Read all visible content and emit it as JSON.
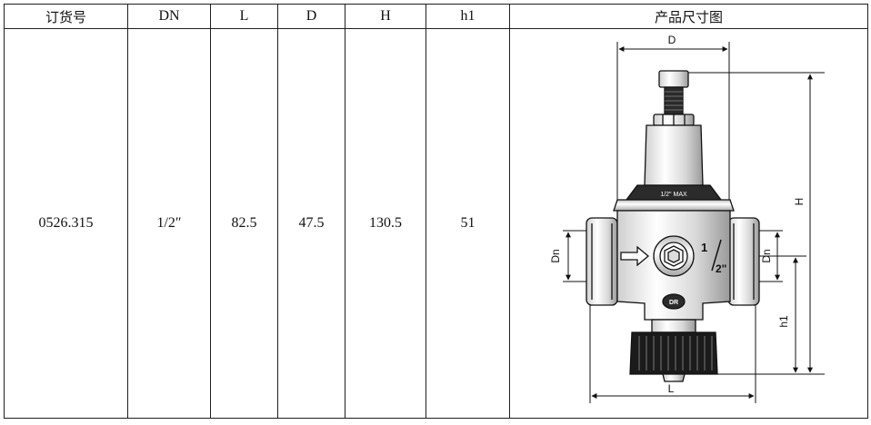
{
  "table": {
    "headers": [
      "订货号",
      "DN",
      "L",
      "D",
      "H",
      "h1",
      "产品尺寸图"
    ],
    "row": {
      "order_no": "0526.315",
      "dn": "1/2″",
      "l": "82.5",
      "d": "47.5",
      "h": "130.5",
      "h1": "51"
    }
  },
  "drawing": {
    "dim_labels": {
      "d": "D",
      "h": "H",
      "dn_left": "Dn",
      "dn_right": "Dn",
      "h1": "h1",
      "l": "L"
    },
    "body_size_label": {
      "top": "1",
      "bottom": "2\""
    },
    "logo_text": "DR",
    "cap_text": "1/2\" MAX"
  }
}
